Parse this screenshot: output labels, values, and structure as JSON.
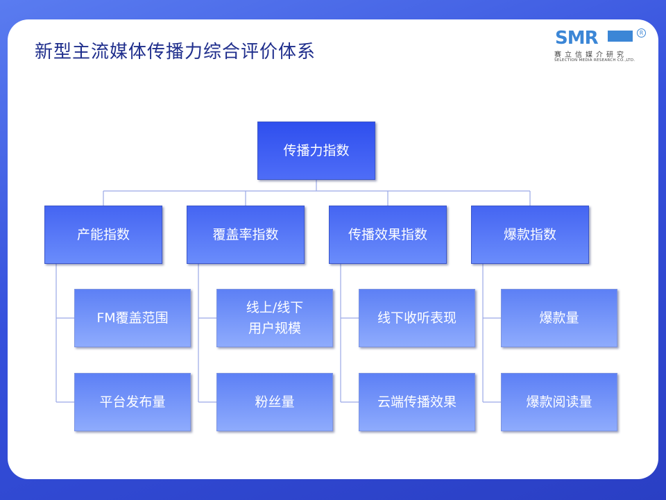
{
  "page_title": "新型主流媒体传播力综合评价体系",
  "logo": {
    "letters": "SMR",
    "registered": "R",
    "cn_name": "赛立信媒介研究",
    "en_name": "SELECTION MEDIA RESEARCH CO.,LTD."
  },
  "colors": {
    "background": "#3a55dc",
    "box_fill": "#5c7ef7",
    "connector": "#9aa8e6",
    "title": "#1f2e8c"
  },
  "root": "传播力指数",
  "categories": [
    {
      "label": "产能指数",
      "children": [
        "FM覆盖范围",
        "平台发布量"
      ]
    },
    {
      "label": "覆盖率指数",
      "children": [
        "线上/线下\n用户规模",
        "粉丝量"
      ]
    },
    {
      "label": "传播效果指数",
      "children": [
        "线下收听表现",
        "云端传播效果"
      ]
    },
    {
      "label": "爆款指数",
      "children": [
        "爆款量",
        "爆款阅读量"
      ]
    }
  ]
}
